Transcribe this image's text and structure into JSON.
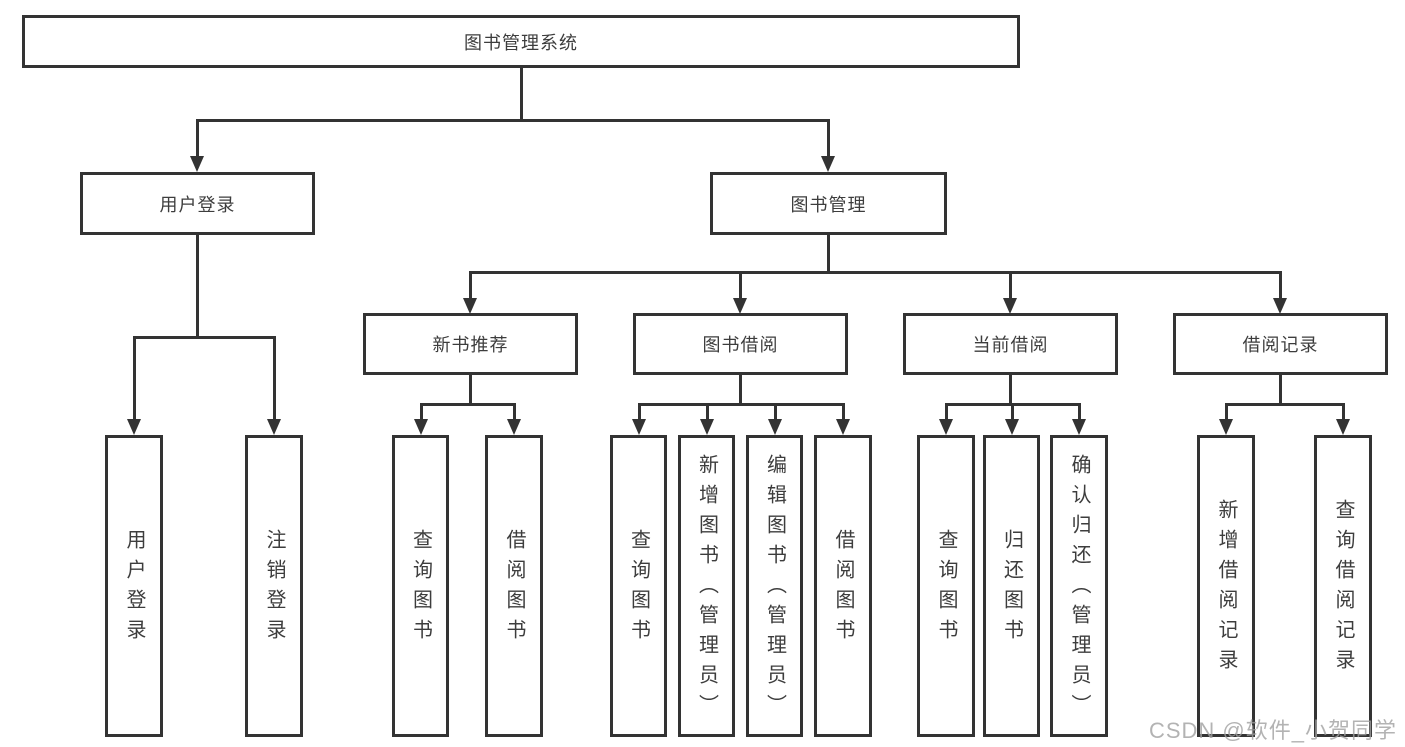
{
  "tree": {
    "root": "图书管理系统",
    "branches": [
      {
        "label": "用户登录",
        "children": [
          "用户登录",
          "注销登录"
        ]
      },
      {
        "label": "图书管理",
        "sections": [
          {
            "label": "新书推荐",
            "children": [
              "查询图书",
              "借阅图书"
            ]
          },
          {
            "label": "图书借阅",
            "children": [
              "查询图书",
              "新增图书（管理员）",
              "编辑图书（管理员）",
              "借阅图书"
            ]
          },
          {
            "label": "当前借阅",
            "children": [
              "查询图书",
              "归还图书",
              "确认归还（管理员）"
            ]
          },
          {
            "label": "借阅记录",
            "children": [
              "新增借阅记录",
              "查询借阅记录"
            ]
          }
        ]
      }
    ]
  },
  "watermark": "CSDN @软件_小贺同学",
  "colors": {
    "line": "#333333",
    "text": "#3d3d3d",
    "watermark_text": "#a0a0a0",
    "background": "#ffffff"
  }
}
